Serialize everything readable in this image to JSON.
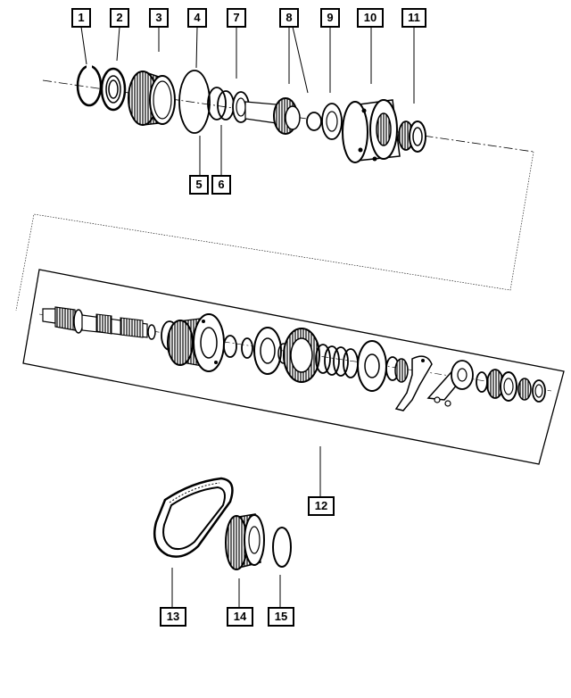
{
  "callouts": [
    {
      "id": "c1",
      "label": "1"
    },
    {
      "id": "c2",
      "label": "2"
    },
    {
      "id": "c3",
      "label": "3"
    },
    {
      "id": "c4",
      "label": "4"
    },
    {
      "id": "c5",
      "label": "5"
    },
    {
      "id": "c6",
      "label": "6"
    },
    {
      "id": "c7",
      "label": "7"
    },
    {
      "id": "c8",
      "label": "8"
    },
    {
      "id": "c9",
      "label": "9"
    },
    {
      "id": "c10",
      "label": "10"
    },
    {
      "id": "c11",
      "label": "11"
    },
    {
      "id": "c12",
      "label": "12"
    },
    {
      "id": "c13",
      "label": "13"
    },
    {
      "id": "c14",
      "label": "14"
    },
    {
      "id": "c15",
      "label": "15"
    }
  ]
}
